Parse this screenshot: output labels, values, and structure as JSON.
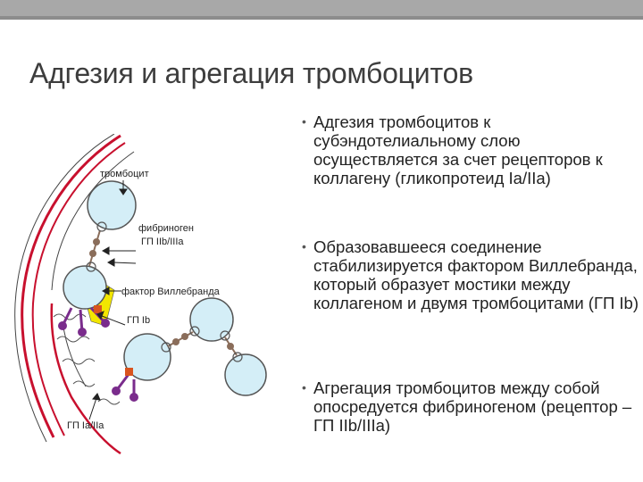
{
  "title": "Адгезия и агрегация тромбоцитов",
  "bullets": [
    "Адгезия тромбоцитов к субэндотелиальному слою осуществляется за  счет рецепторов к коллагену (гликопротеид Ia/IIa)",
    "Образовавшееся соединение стабилизируется фактором Виллебранда, который образует мостики между коллагеном и двумя тромбоцитами (ГП Ib)",
    "Агрегация тромбоцитов между собой опосредуется фибриногеном (рецептор – ГП IIb/IIIa)"
  ],
  "diagram": {
    "labels": {
      "platelet": "тромбоцит",
      "fibrinogen": "фибриноген",
      "gp_iib_iiia": "ГП IIb/IIIa",
      "vwf": "фактор Виллебранда",
      "gp_ib": "ГП Ib",
      "gp_ia_iia": "ГП Ia/IIa"
    }
  },
  "colors": {
    "vessel_red": "#c8102e",
    "platelet_fill": "#d4eef7",
    "vwf_yellow": "#f2e600",
    "receptor_purple": "#7a2c8c",
    "fibrinogen_brown": "#8a6d5a"
  }
}
